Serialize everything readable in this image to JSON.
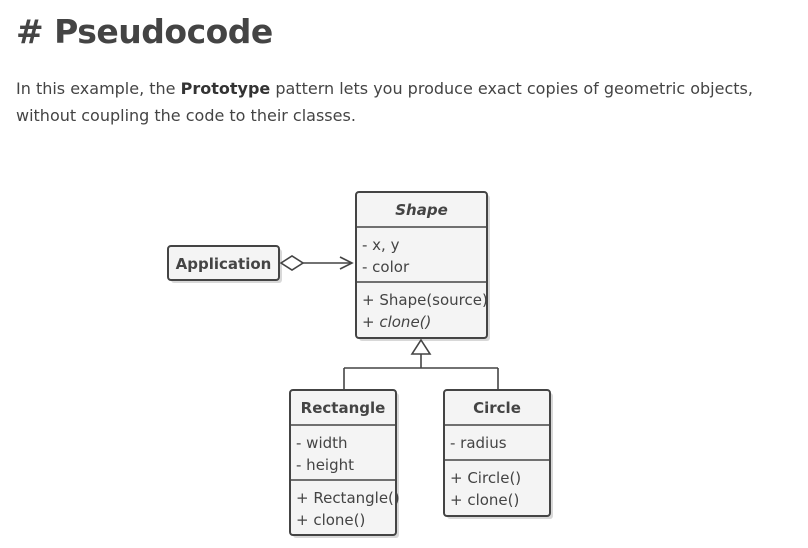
{
  "heading": {
    "hash": "#",
    "title": "Pseudocode"
  },
  "intro": {
    "before": "In this example, the ",
    "bold": "Prototype",
    "after": " pattern lets you produce exact copies of geometric objects, without coupling the code to their classes."
  },
  "diagram": {
    "application": {
      "name": "Application"
    },
    "shape": {
      "name": "Shape",
      "fields": [
        "- x, y",
        "- color"
      ],
      "methods": [
        {
          "prefix": "+ ",
          "name": "Shape(source)",
          "italic": false
        },
        {
          "prefix": "+ ",
          "name": "clone()",
          "italic": true
        }
      ]
    },
    "rectangle": {
      "name": "Rectangle",
      "fields": [
        "- width",
        "- height"
      ],
      "methods": [
        "+ Rectangle()",
        "+ clone()"
      ]
    },
    "circle": {
      "name": "Circle",
      "fields": [
        "- radius"
      ],
      "methods": [
        "+ Circle()",
        "+ clone()"
      ]
    }
  }
}
